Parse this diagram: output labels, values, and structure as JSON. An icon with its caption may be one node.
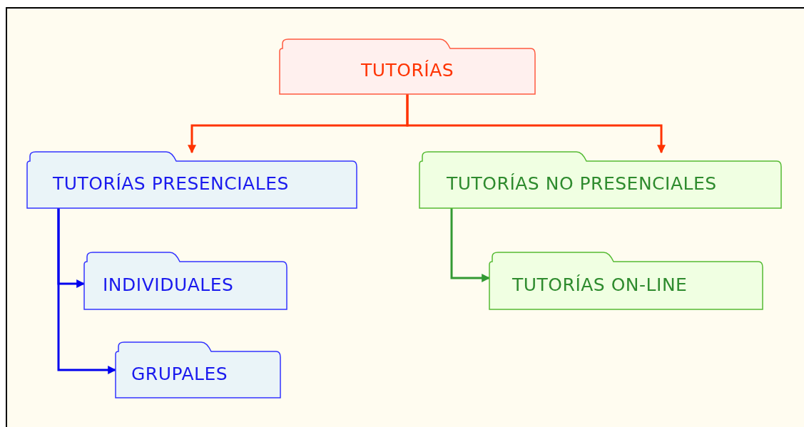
{
  "diagram": {
    "nodes": [
      {
        "text": [
          "TUTORÍAS"
        ]
      },
      {
        "text": [
          "TUTORÍAS PRESENCIALES"
        ]
      },
      {
        "text": [
          "TUTORÍAS NO PRESENCIALES"
        ]
      },
      {
        "text": [
          "INDIVIDUALES"
        ]
      },
      {
        "text": [
          "GRUPALES"
        ]
      },
      {
        "text": [
          "TUTORÍAS ON-LINE"
        ]
      }
    ],
    "edges": [
      {
        "from": 0,
        "to": 1,
        "arrow": "to",
        "color": "#ff3300"
      },
      {
        "from": 0,
        "to": 2,
        "arrow": "to",
        "color": "#ff3300"
      },
      {
        "from": 1,
        "to": 3,
        "arrow": "to",
        "color": "#0000ee"
      },
      {
        "from": 1,
        "to": 4,
        "arrow": "to",
        "color": "#0000ee"
      },
      {
        "from": 2,
        "to": 5,
        "arrow": "to",
        "color": "#339933"
      }
    ]
  }
}
